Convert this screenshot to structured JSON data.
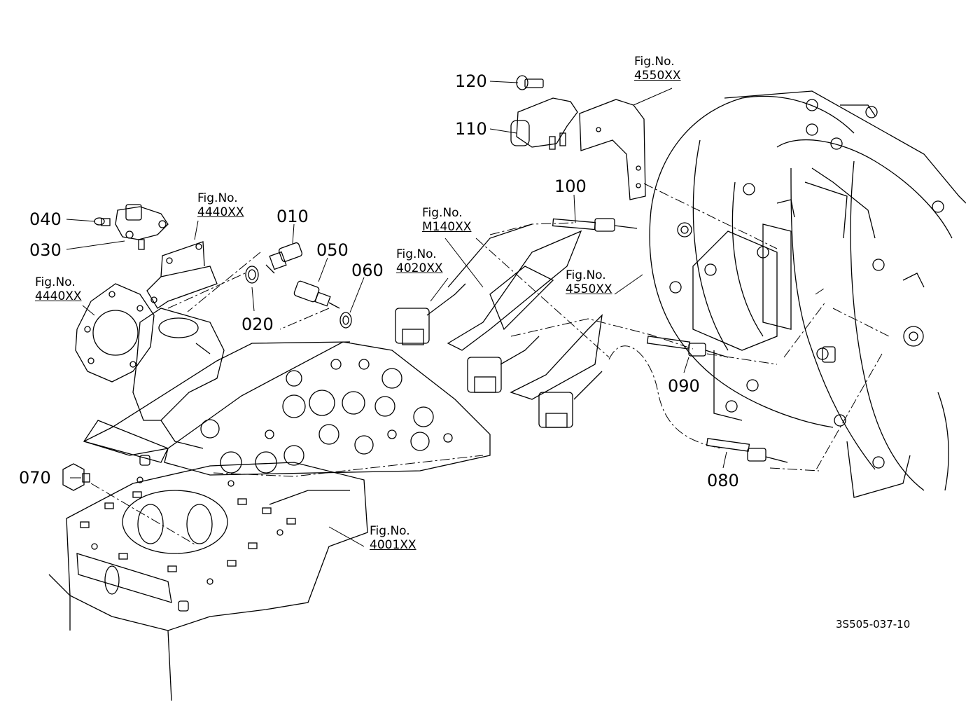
{
  "drawing_code": "3S505-037-10",
  "parts": [
    {
      "id": "p010",
      "text": "010"
    },
    {
      "id": "p020",
      "text": "020"
    },
    {
      "id": "p030",
      "text": "030"
    },
    {
      "id": "p040",
      "text": "040"
    },
    {
      "id": "p050",
      "text": "050"
    },
    {
      "id": "p060",
      "text": "060"
    },
    {
      "id": "p070",
      "text": "070"
    },
    {
      "id": "p080",
      "text": "080"
    },
    {
      "id": "p090",
      "text": "090"
    },
    {
      "id": "p100",
      "text": "100"
    },
    {
      "id": "p110",
      "text": "110"
    },
    {
      "id": "p120",
      "text": "120"
    }
  ],
  "figure_refs": [
    {
      "id": "f4550a",
      "line1": "Fig.No.",
      "line2": "4550XX"
    },
    {
      "id": "f4440a",
      "line1": "Fig.No.",
      "line2": "4440XX"
    },
    {
      "id": "f4440b",
      "line1": "Fig.No.",
      "line2": "4440XX"
    },
    {
      "id": "fM140",
      "line1": "Fig.No.",
      "line2": "M140XX"
    },
    {
      "id": "f4020",
      "line1": "Fig.No.",
      "line2": "4020XX"
    },
    {
      "id": "f4550b",
      "line1": "Fig.No.",
      "line2": "4550XX"
    },
    {
      "id": "f4001",
      "line1": "Fig.No.",
      "line2": "4001XX"
    }
  ]
}
